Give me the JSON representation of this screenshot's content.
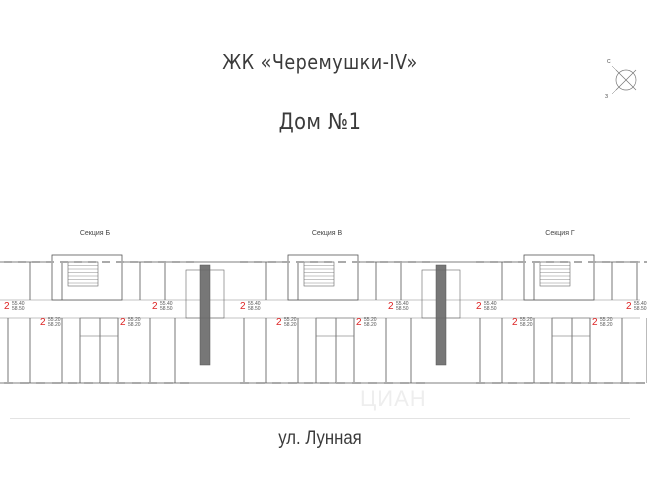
{
  "header": {
    "complex_title": "ЖК «Черемушки-IV»",
    "house_title": "Дом №1"
  },
  "compass": {
    "north": "С",
    "west": "З"
  },
  "sections": [
    {
      "label": "Секция Б"
    },
    {
      "label": "Секция В"
    },
    {
      "label": "Секция Г"
    }
  ],
  "apartments": [
    {
      "rooms": "2",
      "area": "55.40",
      "area2": "58.50"
    },
    {
      "rooms": "2",
      "area": "55.20",
      "area2": "58.20"
    },
    {
      "rooms": "2",
      "area": "55.20",
      "area2": "58.20"
    },
    {
      "rooms": "2",
      "area": "55.40",
      "area2": "58.50"
    },
    {
      "rooms": "2",
      "area": "55.40",
      "area2": "58.50"
    },
    {
      "rooms": "2",
      "area": "55.20",
      "area2": "58.20"
    },
    {
      "rooms": "2",
      "area": "55.20",
      "area2": "58.20"
    },
    {
      "rooms": "2",
      "area": "55.40",
      "area2": "58.50"
    },
    {
      "rooms": "2",
      "area": "55.40",
      "area2": "58.50"
    },
    {
      "rooms": "2",
      "area": "55.20",
      "area2": "58.20"
    },
    {
      "rooms": "2",
      "area": "55.20",
      "area2": "58.20"
    },
    {
      "rooms": "2",
      "area": "55.40",
      "area2": "58.50"
    }
  ],
  "street": {
    "label": "ул. Лунная"
  },
  "watermark": {
    "text": "ЦИАН"
  }
}
